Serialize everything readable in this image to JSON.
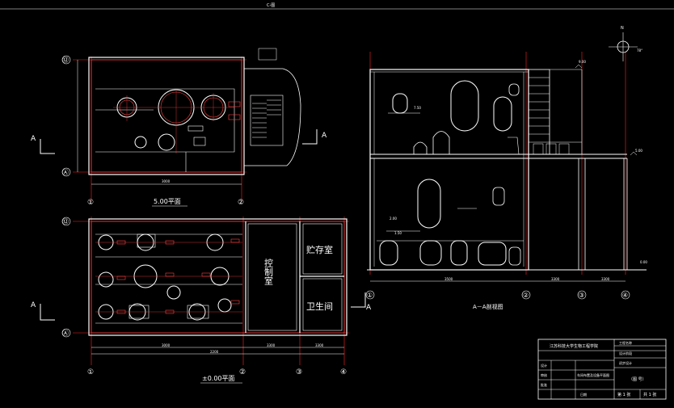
{
  "colors": {
    "background": "#000000",
    "line": "#ffffff",
    "axis": "#ff2020",
    "accent": "#ff4040"
  },
  "top_label": "C-图",
  "plan_upper": {
    "title": "5.00平面",
    "axis_top": "⑫",
    "axis_bottom": "Ⓐ",
    "axis_left": "①",
    "axis_right": "②",
    "section_mark": "A",
    "dim_bottom": "3000",
    "dim_inner": "3000"
  },
  "plan_lower": {
    "title": "±0.00平面",
    "axis_top": "⑫",
    "axis_bottom": "Ⓐ",
    "axes_bottom": [
      "①",
      "②",
      "③",
      "④"
    ],
    "section_mark": "A",
    "dims": [
      "3000",
      "3300",
      "3300",
      "2200"
    ],
    "room_control": "控制室",
    "room_storage": "贮存室",
    "room_toilet": "卫生间"
  },
  "section": {
    "title": "A－A剖视图",
    "axes_bottom": [
      "①",
      "②",
      "③",
      "④"
    ],
    "dims": [
      "3500",
      "3300",
      "3300"
    ],
    "elev_top": "9.00",
    "elev_mid": "5.00",
    "elev_bottom": "0.00",
    "elev_inner": "7.50",
    "elev_lower": "2.00",
    "elev_small": "1.50"
  },
  "north": {
    "label": "N",
    "angle": "78°"
  },
  "title_block": {
    "school": "江苏科技大学生物工程学院",
    "project": "工程名称",
    "design_stage": "初步设计",
    "drawing_type": "设计阶段",
    "row_designer": "设计",
    "row_check": "审核",
    "row_approve": "批准",
    "drawing_title": "车间布置及设备平面图",
    "scale_label": "（图 号）",
    "date_label": "日期",
    "sheet": "第 1 张",
    "total": "共 1 张"
  }
}
